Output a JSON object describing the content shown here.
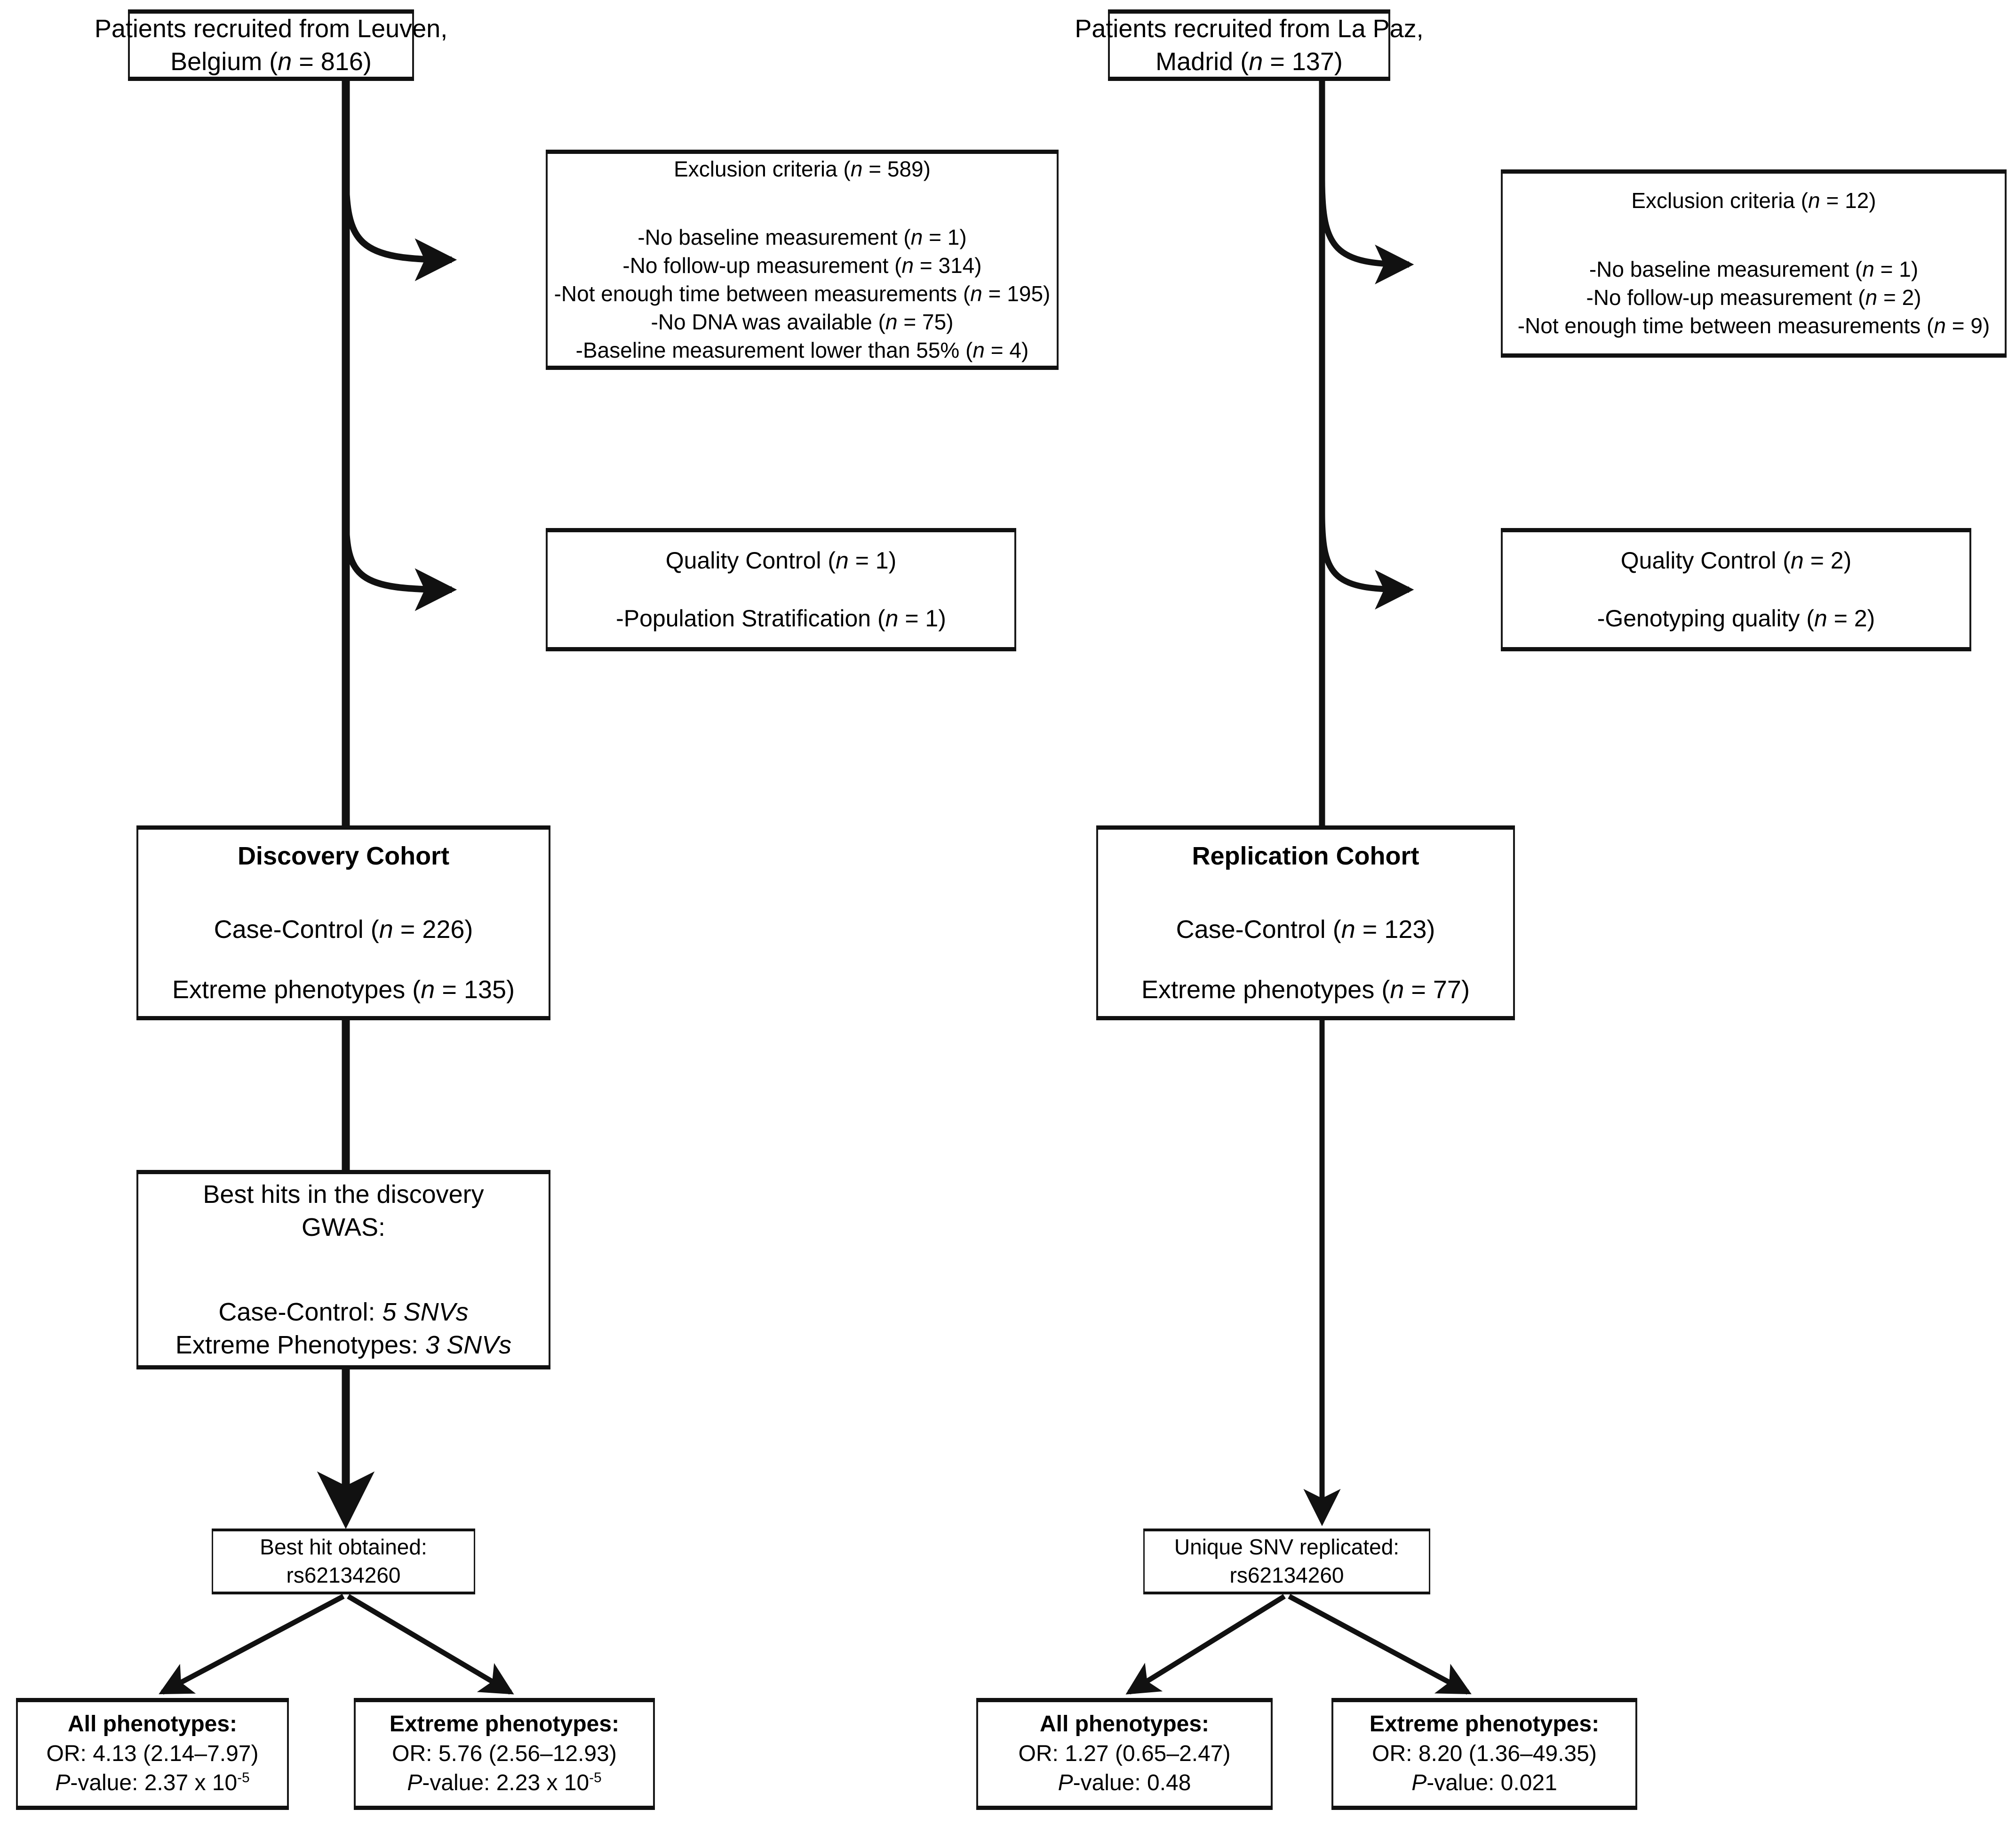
{
  "diagram": {
    "title": "GWAS study flow diagram",
    "colors": {
      "stroke": "#111111",
      "background": "#ffffff",
      "text": "#000000"
    }
  },
  "left_branch": {
    "source": {
      "line1": "Patients recruited from Leuven,",
      "line2_pre": "Belgium (",
      "line2_var": "n",
      "line2_post": " = 816)"
    },
    "exclusion": {
      "title_pre": "Exclusion criteria (",
      "title_var": "n",
      "title_post": " = 589)",
      "items": [
        {
          "text": "-No baseline measurement (",
          "var": "n",
          "post": " = 1)"
        },
        {
          "text": "-No follow-up measurement (",
          "var": "n",
          "post": " = 314)"
        },
        {
          "text": "-Not enough time between measurements (",
          "var": "n",
          "post": " = 195)"
        },
        {
          "text": "-No DNA was available (",
          "var": "n",
          "post": " = 75)"
        },
        {
          "text": "-Baseline measurement lower than 55% (",
          "var": "n",
          "post": " = 4)"
        }
      ]
    },
    "quality_control": {
      "title_pre": "Quality Control (",
      "title_var": "n",
      "title_post": " = 1)",
      "items": [
        {
          "text": "-Population Stratification (",
          "var": "n",
          "post": " = 1)"
        }
      ]
    },
    "cohort": {
      "heading": "Discovery Cohort",
      "row1_pre": "Case-Control (",
      "row1_var": "n",
      "row1_post": " = 226)",
      "row2_pre": "Extreme phenotypes (",
      "row2_var": "n",
      "row2_post": " = 135)"
    },
    "best_hits": {
      "title_line1": "Best hits in the discovery",
      "title_line2": "GWAS:",
      "row1_label": "Case-Control: ",
      "row1_value": "5 SNVs",
      "row2_label": "Extreme Phenotypes: ",
      "row2_value": "3 SNVs"
    },
    "snv": {
      "line1": "Best hit obtained:",
      "line2": "rs62134260"
    },
    "results": [
      {
        "heading": "All phenotypes:",
        "or_line": "OR: 4.13 (2.14–7.97)",
        "p_label": "P",
        "p_rest": "-value: 2.37 x 10",
        "p_exp": "-5"
      },
      {
        "heading": "Extreme phenotypes:",
        "or_line": "OR: 5.76 (2.56–12.93)",
        "p_label": "P",
        "p_rest": "-value: 2.23 x 10",
        "p_exp": "-5"
      }
    ]
  },
  "right_branch": {
    "source": {
      "line1": "Patients recruited from La Paz,",
      "line2_pre": "Madrid (",
      "line2_var": "n",
      "line2_post": " = 137)"
    },
    "exclusion": {
      "title_pre": "Exclusion criteria (",
      "title_var": "n",
      "title_post": " = 12)",
      "items": [
        {
          "text": "-No baseline measurement (",
          "var": "n",
          "post": " = 1)"
        },
        {
          "text": "-No follow-up measurement (",
          "var": "n",
          "post": " = 2)"
        },
        {
          "text": "-Not enough time between measurements (",
          "var": "n",
          "post": " = 9)"
        }
      ]
    },
    "quality_control": {
      "title_pre": "Quality Control (",
      "title_var": "n",
      "title_post": " = 2)",
      "items": [
        {
          "text": "-Genotyping quality (",
          "var": "n",
          "post": " = 2)"
        }
      ]
    },
    "cohort": {
      "heading": "Replication Cohort",
      "row1_pre": "Case-Control (",
      "row1_var": "n",
      "row1_post": " = 123)",
      "row2_pre": "Extreme phenotypes (",
      "row2_var": "n",
      "row2_post": " = 77)"
    },
    "snv": {
      "line1": "Unique SNV replicated:",
      "line2": "rs62134260"
    },
    "results": [
      {
        "heading": "All phenotypes:",
        "or_line": "OR: 1.27 (0.65–2.47)",
        "p_label": "P",
        "p_rest": "-value: 0.48",
        "p_exp": ""
      },
      {
        "heading": "Extreme phenotypes:",
        "or_line": "OR: 8.20 (1.36–49.35)",
        "p_label": "P",
        "p_rest": "-value: 0.021",
        "p_exp": ""
      }
    ]
  }
}
